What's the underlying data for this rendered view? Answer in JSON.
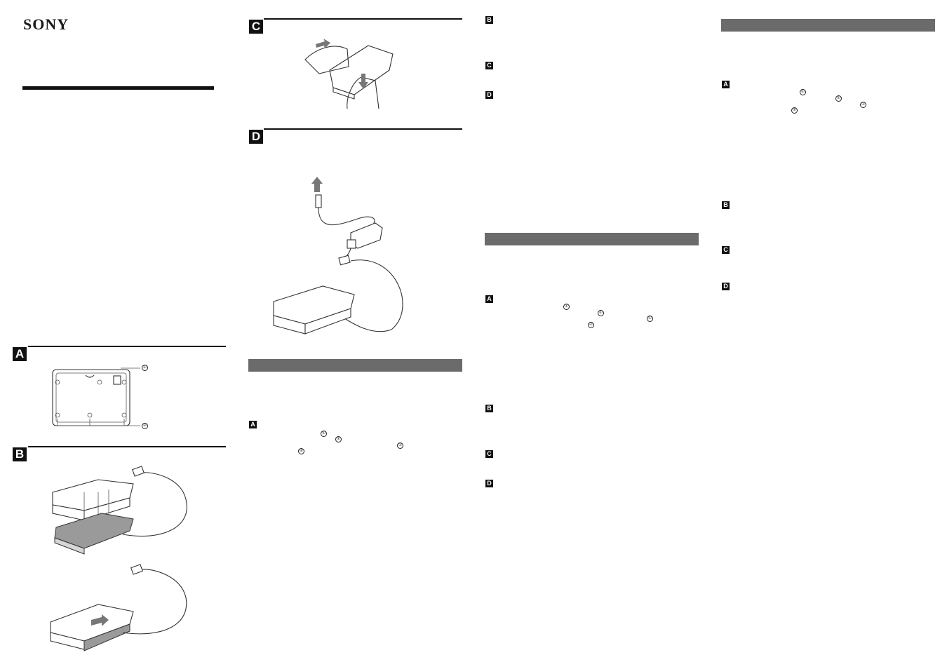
{
  "brand": {
    "logo": "SONY"
  },
  "figures": {
    "a": {
      "label": "A",
      "callout_1": "①",
      "callout_2": "②"
    },
    "b": {
      "label": "B"
    },
    "c": {
      "label": "C"
    },
    "d": {
      "label": "D"
    }
  },
  "sections": {
    "col2": {
      "a": "A",
      "markers": [
        "①",
        "①",
        "①",
        "②"
      ]
    },
    "col3": {
      "b": "B",
      "c": "C",
      "d": "D",
      "a2": "A",
      "markers": [
        "①",
        "①",
        "①",
        "②"
      ],
      "b2": "B",
      "c2": "C",
      "d2": "D"
    },
    "col4": {
      "a": "A",
      "markers": [
        "①",
        "①",
        "①",
        "②"
      ],
      "b": "B",
      "c": "C",
      "d": "D"
    }
  },
  "colors": {
    "section_bar": "#6b6b6b",
    "ink": "#111111"
  }
}
